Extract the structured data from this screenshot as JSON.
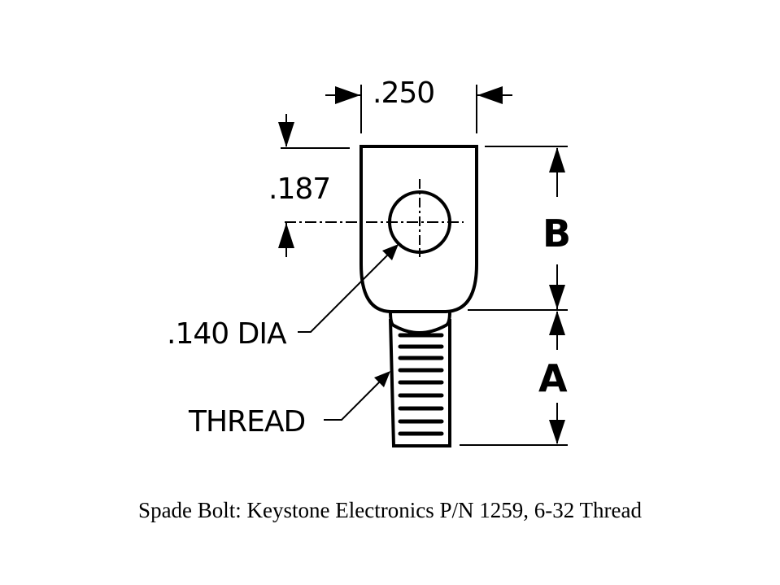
{
  "labels": {
    "width": ".250",
    "hole_offset": ".187",
    "hole_dia": ".140 DIA",
    "thread": "THREAD",
    "dim_b": "B",
    "dim_a": "A"
  },
  "caption": "Spade Bolt: Keystone Electronics P/N 1259, 6-32 Thread"
}
